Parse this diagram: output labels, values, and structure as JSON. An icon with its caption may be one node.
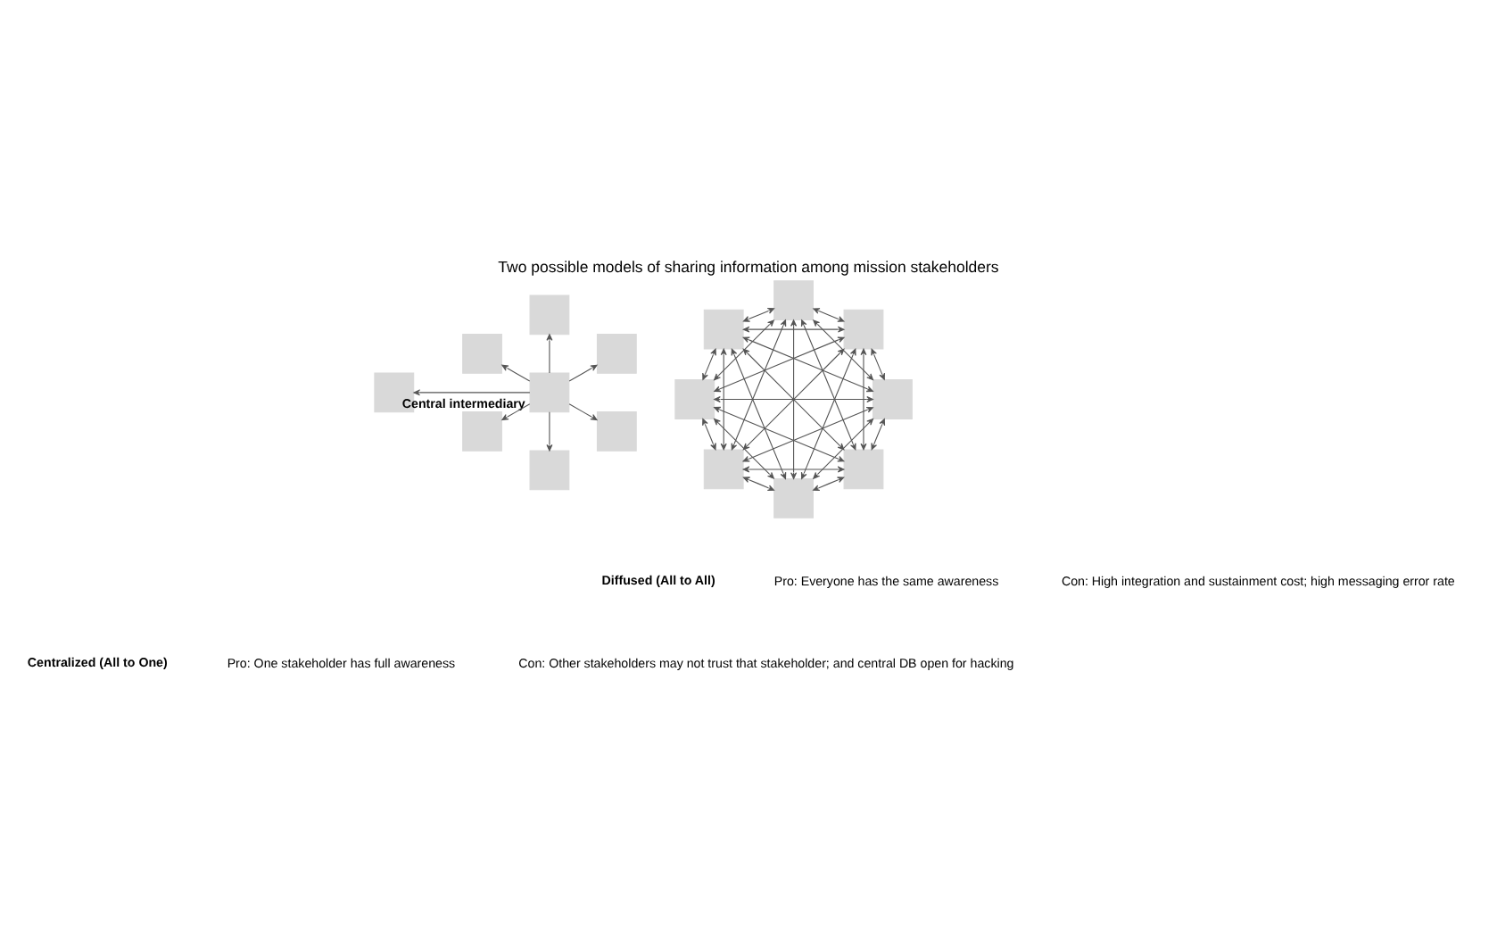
{
  "diagram": {
    "title": "Two possible models of sharing information among mission stakeholders",
    "nodes": [
      {
        "text": [],
        "shape": "box"
      },
      {
        "text": [],
        "shape": "box"
      },
      {
        "text": [],
        "shape": "box"
      },
      {
        "text": [],
        "shape": "box"
      },
      {
        "text": [],
        "shape": "box"
      },
      {
        "text": [],
        "shape": "box"
      },
      {
        "text": [],
        "shape": "box"
      },
      {
        "text": [],
        "shape": "box"
      },
      {
        "text": [],
        "shape": "box"
      },
      {
        "text": [],
        "shape": "box"
      },
      {
        "text": [],
        "shape": "box"
      },
      {
        "text": [],
        "shape": "box"
      },
      {
        "text": [],
        "shape": "box"
      },
      {
        "text": [],
        "shape": "box"
      },
      {
        "text": [],
        "shape": "box"
      },
      {
        "text": [],
        "shape": "box",
        "beside": [
          "Central intermediary"
        ]
      }
    ],
    "edges": [
      {
        "from": 0,
        "to": 1,
        "arrow": "both"
      },
      {
        "from": 0,
        "to": 2,
        "arrow": "both"
      },
      {
        "from": 0,
        "to": 3,
        "arrow": "both"
      },
      {
        "from": 0,
        "to": 4,
        "arrow": "both"
      },
      {
        "from": 0,
        "to": 5,
        "arrow": "both"
      },
      {
        "from": 0,
        "to": 6,
        "arrow": "both"
      },
      {
        "from": 0,
        "to": 7,
        "arrow": "both"
      },
      {
        "from": 1,
        "to": 2,
        "arrow": "both"
      },
      {
        "from": 1,
        "to": 3,
        "arrow": "both"
      },
      {
        "from": 1,
        "to": 4,
        "arrow": "both"
      },
      {
        "from": 1,
        "to": 5,
        "arrow": "both"
      },
      {
        "from": 1,
        "to": 6,
        "arrow": "both"
      },
      {
        "from": 1,
        "to": 7,
        "arrow": "both"
      },
      {
        "from": 2,
        "to": 3,
        "arrow": "both"
      },
      {
        "from": 2,
        "to": 4,
        "arrow": "both"
      },
      {
        "from": 2,
        "to": 5,
        "arrow": "both"
      },
      {
        "from": 2,
        "to": 6,
        "arrow": "both"
      },
      {
        "from": 2,
        "to": 7,
        "arrow": "both"
      },
      {
        "from": 3,
        "to": 4,
        "arrow": "both"
      },
      {
        "from": 3,
        "to": 5,
        "arrow": "both"
      },
      {
        "from": 3,
        "to": 6,
        "arrow": "both"
      },
      {
        "from": 3,
        "to": 7,
        "arrow": "both"
      },
      {
        "from": 4,
        "to": 5,
        "arrow": "both"
      },
      {
        "from": 4,
        "to": 6,
        "arrow": "both"
      },
      {
        "from": 4,
        "to": 7,
        "arrow": "both"
      },
      {
        "from": 5,
        "to": 6,
        "arrow": "both"
      },
      {
        "from": 5,
        "to": 7,
        "arrow": "both"
      },
      {
        "from": 6,
        "to": 7,
        "arrow": "both"
      },
      {
        "from": 15,
        "to": 8,
        "arrow": "to"
      },
      {
        "from": 15,
        "to": 9,
        "arrow": "to"
      },
      {
        "from": 15,
        "to": 10,
        "arrow": "to"
      },
      {
        "from": 15,
        "to": 11,
        "arrow": "to"
      },
      {
        "from": 15,
        "to": 12,
        "arrow": "to"
      },
      {
        "from": 15,
        "to": 13,
        "arrow": "to"
      },
      {
        "from": 15,
        "to": 14,
        "arrow": "to"
      }
    ],
    "labels": [
      "Diffused (All to All)",
      "Centralized (All to One)",
      "Pro: Everyone has the same awareness",
      "Pro: One stakeholder has full awareness",
      "Con: High integration and sustainment cost; high messaging error rate",
      "Con: Other stakeholders may not trust that stakeholder; and central DB open for hacking"
    ]
  }
}
